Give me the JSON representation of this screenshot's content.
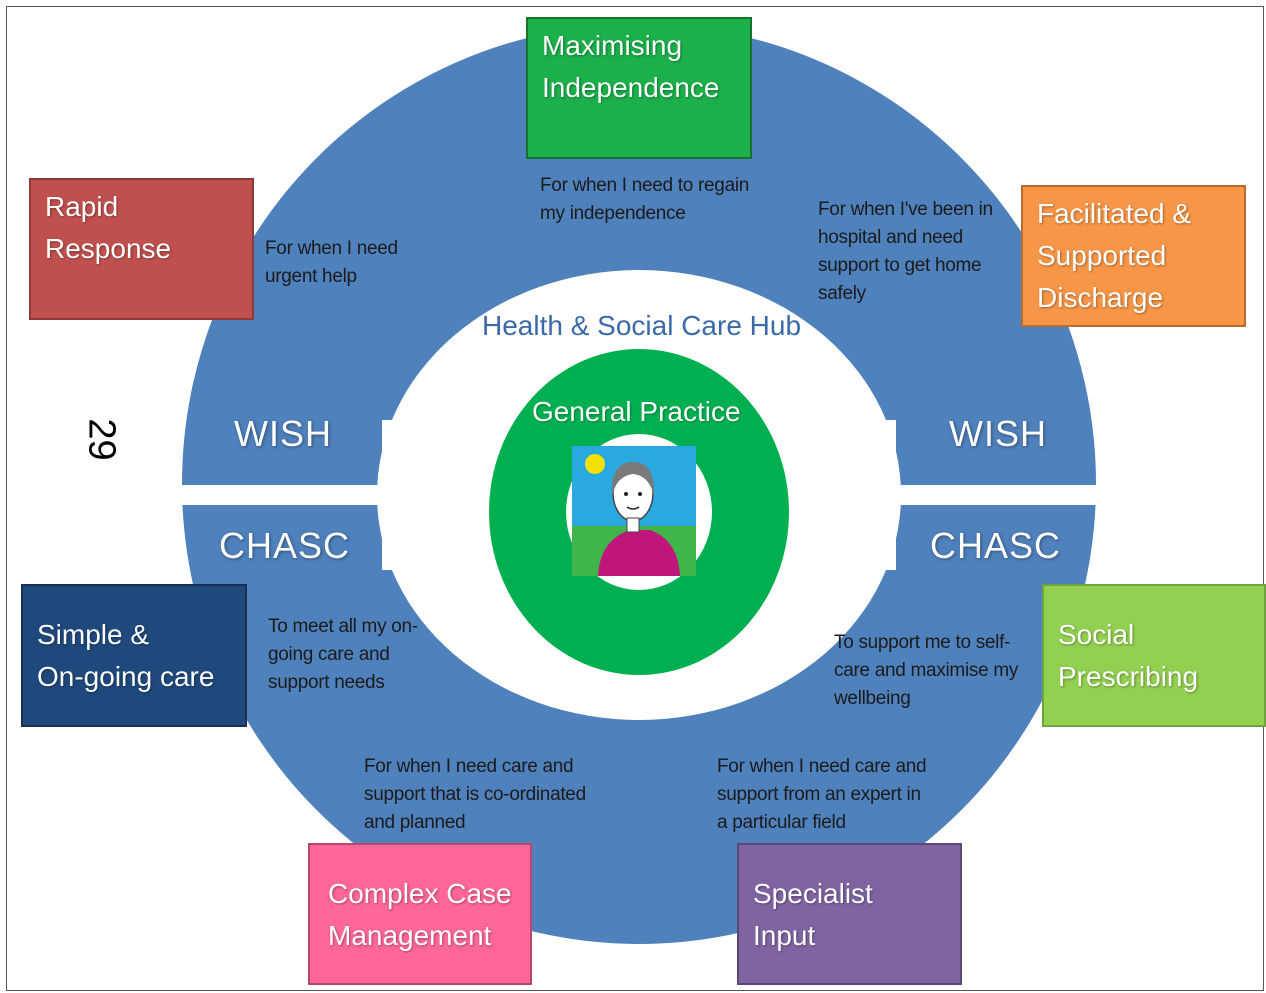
{
  "page_number": "29",
  "hub": {
    "title": "Health & Social Care Hub",
    "center": "General Practice"
  },
  "sections": {
    "top_left": "WISH",
    "top_right": "WISH",
    "bottom_left": "CHASC",
    "bottom_right": "CHASC"
  },
  "services": [
    {
      "id": "maximising",
      "label": "Maximising\nIndependence",
      "color": "#1bb04a",
      "border": "#17722f",
      "note": "For when I need to regain\nmy independence"
    },
    {
      "id": "rapid",
      "label": "Rapid\nResponse",
      "color": "#c0504d",
      "border": "#8c3a37",
      "note": "For when I need\nurgent help"
    },
    {
      "id": "facilitated",
      "label": "Facilitated &\nSupported\nDischarge",
      "color": "#f79646",
      "border": "#b66d2f",
      "note": "For when I've been in\nhospital and need\nsupport to get home\nsafely"
    },
    {
      "id": "simple",
      "label": "Simple &\nOn-going care",
      "color": "#1f497d",
      "border": "#162f52",
      "note": "To meet all my on-\ngoing care and\nsupport needs"
    },
    {
      "id": "social",
      "label": "Social\nPrescribing",
      "color": "#92d050",
      "border": "#6fa33b",
      "note": "To support me to self-\ncare and maximise my\nwellbeing"
    },
    {
      "id": "complex",
      "label": "Complex Case\nManagement",
      "color": "#ff6699",
      "border": "#b8476d",
      "note": "For when I need care and\nsupport that is co-ordinated\nand planned"
    },
    {
      "id": "specialist",
      "label": "Specialist\nInput",
      "color": "#8064a2",
      "border": "#5b4775",
      "note": "For when I need care and\nsupport from an expert in\na particular field"
    }
  ],
  "colors": {
    "ring": "#4f81bd",
    "ring_edge": "#3b6aa0",
    "gp_circle": "#00b050",
    "hub_text": "#3a6aa8"
  },
  "icons": [
    "person-icon",
    "sun-icon"
  ]
}
